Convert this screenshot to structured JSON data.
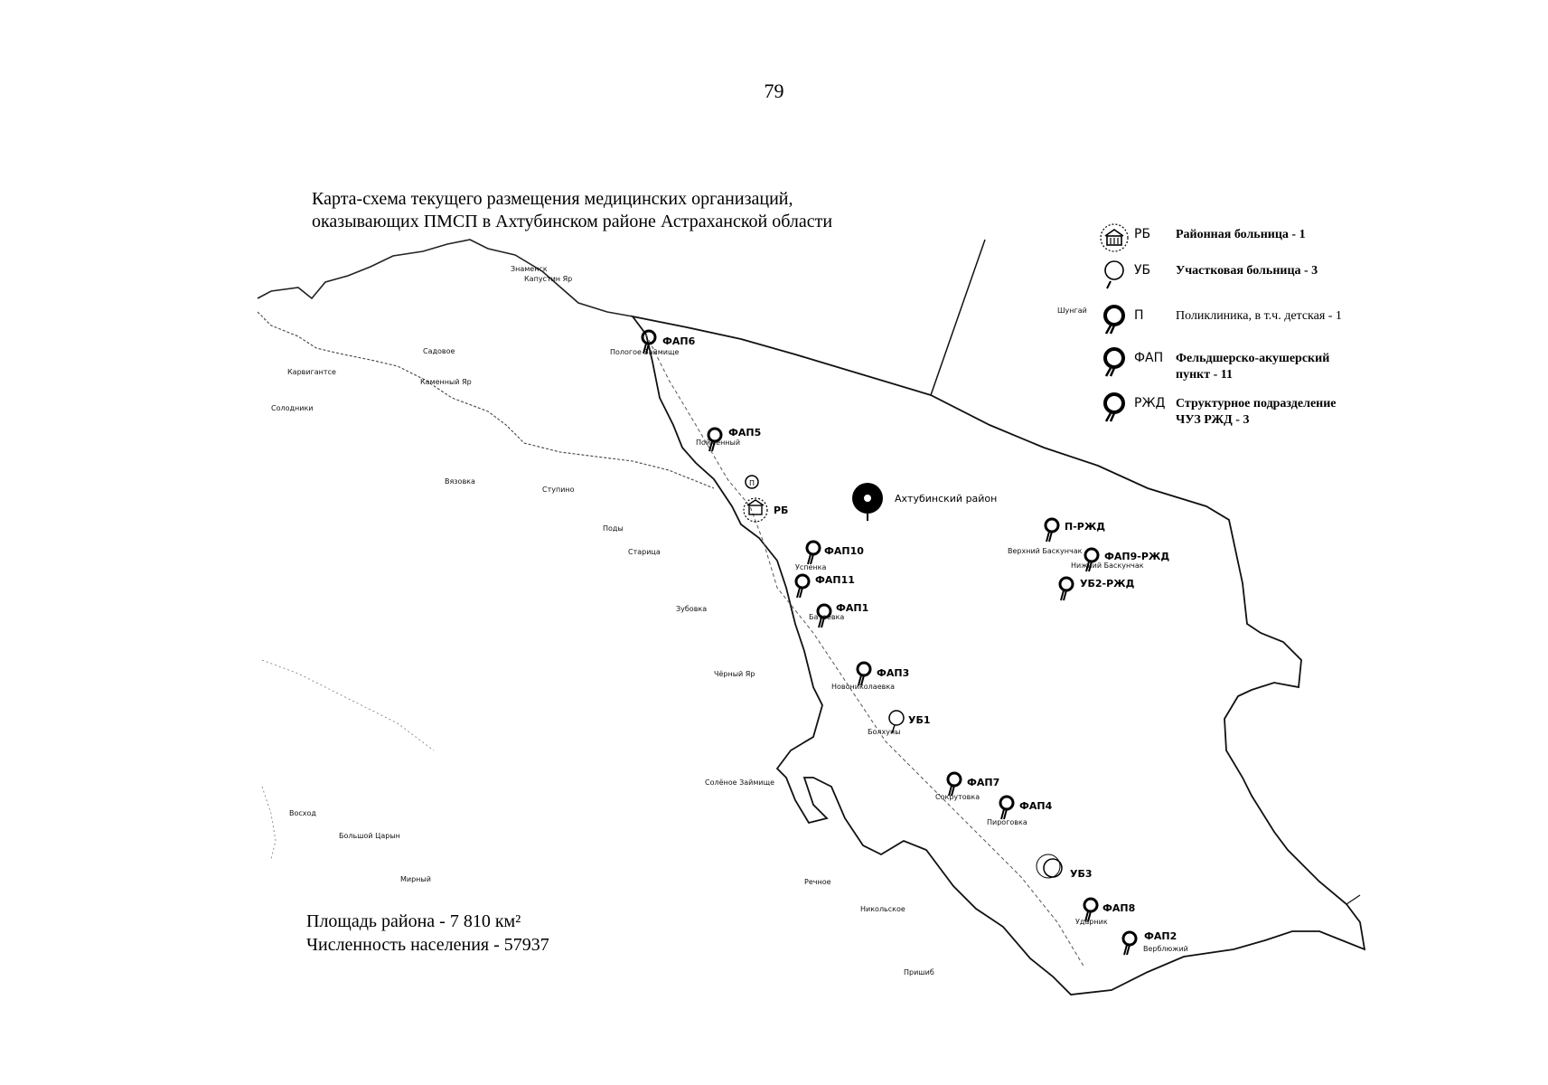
{
  "page_number": "79",
  "title": {
    "line1": "Карта-схема текущего размещения медицинских организаций,",
    "line2": "оказывающих ПМСП в Ахтубинском районе Астраханской области"
  },
  "stats": {
    "area": "Площадь района - 7 810 км²",
    "population": "Численность населения - 57937"
  },
  "legend": [
    {
      "abbr": "РБ",
      "text": "Районная больница - 1",
      "icon": "hospital-building-icon"
    },
    {
      "abbr": "УБ",
      "text": "Участковая больница - 3",
      "icon": "outline-pin-icon"
    },
    {
      "abbr": "П",
      "text": "Поликлиника, в т.ч. детская - 1",
      "icon": "pin-icon"
    },
    {
      "abbr": "ФАП",
      "text": "Фельдшерско-акушерский пункт - 11",
      "icon": "pin-icon"
    },
    {
      "abbr": "РЖД",
      "text": "Структурное подразделение ЧУЗ РЖД - 3",
      "icon": "pin-icon"
    }
  ],
  "district_label": "Ахтубинский район",
  "facility_markers": [
    "ФАП6",
    "ФАП5",
    "РБ",
    "ФАП10",
    "ФАП11",
    "ФАП1",
    "ФАП3",
    "УБ1",
    "ФАП7",
    "ФАП4",
    "УБ3",
    "ФАП8",
    "ФАП2",
    "П-РЖД",
    "ФАП9-РЖД",
    "УБ2-РЖД"
  ],
  "place_names": [
    "Знаменск",
    "Капустин Яр",
    "Пологое Займище",
    "Садовое",
    "Каменный Яр",
    "Карвигантсе",
    "Солодники",
    "Вязовка",
    "Ступино",
    "Пойменный",
    "Поды",
    "Старица",
    "Зубовка",
    "Чёрный Яр",
    "Солёное Займище",
    "Восход",
    "Большой Царын",
    "Мирный",
    "Нижний Баскунчак",
    "Верхний Баскунчак",
    "Успенка",
    "Батаевка",
    "Новониколаевка",
    "Болхуны",
    "Сокрутовка",
    "Пироговка",
    "Ударник",
    "Верблюжий",
    "Шунгай",
    "Никольское",
    "Пришиб",
    "Речное"
  ]
}
